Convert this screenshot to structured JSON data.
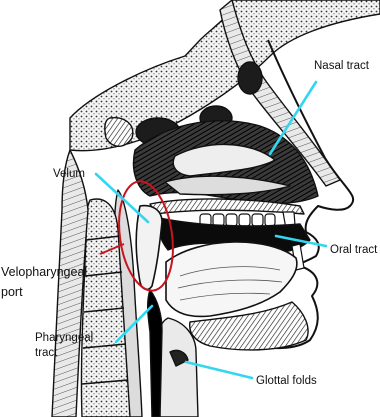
{
  "labels": {
    "nasal_tract": "Nasal tract",
    "velum": "Velum",
    "oral_tract": "Oral tract",
    "velopharyngeal_port_line1": "Velopharyngeal",
    "velopharyngeal_port_line2": "port",
    "pharyngeal_tract_line1": "Pharyngeal",
    "pharyngeal_tract_line2": "tract",
    "glottal_folds": "Glottal folds"
  },
  "colors": {
    "leader_lines": "#33d6f0",
    "port_marker": "#c8141e",
    "ink": "#111111"
  }
}
